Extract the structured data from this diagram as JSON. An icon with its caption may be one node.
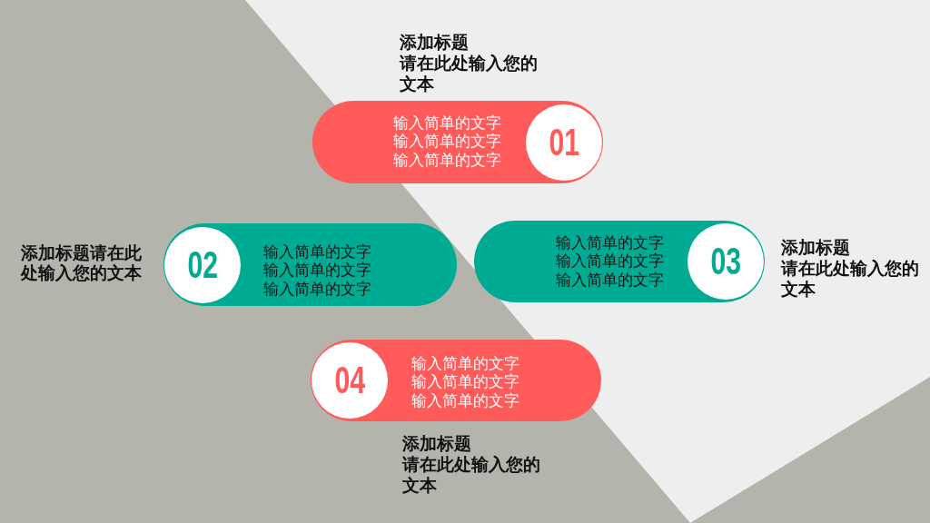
{
  "diagram": {
    "nodes": [
      {
        "text": [
          "输入简单的文字",
          "输入简单的文字",
          "输入简单的文字"
        ],
        "beside": [
          "添加标题",
          "请在此处输入您的文本"
        ]
      },
      {
        "text": [
          "01"
        ],
        "in": 0
      },
      {
        "text": [
          "输入简单的文字",
          "输入简单的文字",
          "输入简单的文字"
        ],
        "beside": [
          "添加标题请在此处输入您的文本"
        ]
      },
      {
        "text": [
          "02"
        ],
        "in": 2
      },
      {
        "text": [
          "输入简单的文字",
          "输入简单的文字",
          "输入简单的文字"
        ],
        "beside": [
          "添加标题",
          "请在此处输入您的文本"
        ]
      },
      {
        "text": [
          "03"
        ],
        "in": 4
      },
      {
        "text": [
          "输入简单的文字",
          "输入简单的文字",
          "输入简单的文字"
        ],
        "beside": [
          "添加标题",
          "请在此处输入您的文本"
        ]
      },
      {
        "text": [
          "04"
        ],
        "in": 6
      }
    ]
  }
}
